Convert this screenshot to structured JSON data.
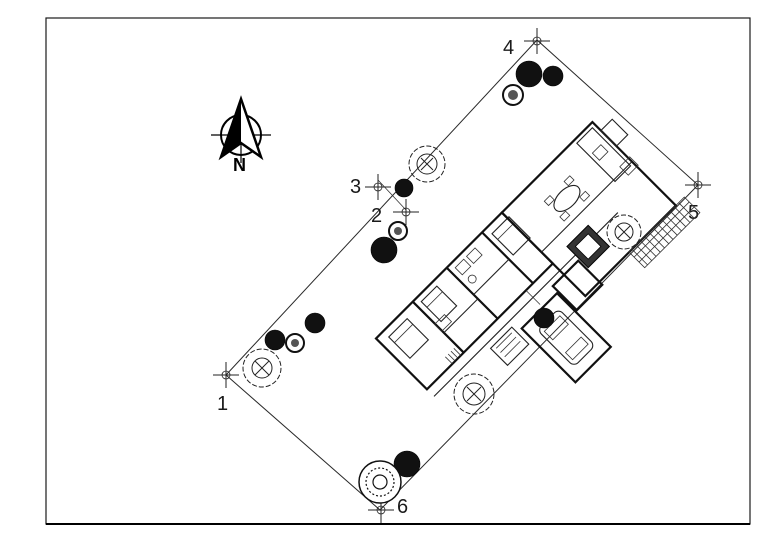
{
  "drawing": {
    "north_letter": "N",
    "markers": [
      {
        "id": "1",
        "label": "1"
      },
      {
        "id": "2",
        "label": "2"
      },
      {
        "id": "3",
        "label": "3"
      },
      {
        "id": "4",
        "label": "4"
      },
      {
        "id": "5",
        "label": "5"
      },
      {
        "id": "6",
        "label": "6"
      }
    ],
    "colors": {
      "line": "#222222",
      "tree_fill": "#111111",
      "background": "#ffffff"
    }
  }
}
